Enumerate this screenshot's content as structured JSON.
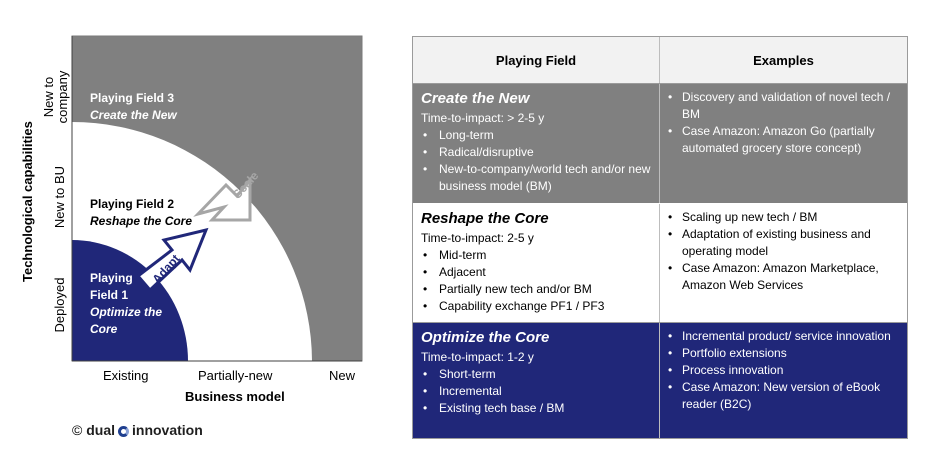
{
  "diagram": {
    "y_axis_title": "Technological capabilities",
    "y_ticks": [
      "New to company",
      "New to BU",
      "Deployed"
    ],
    "x_ticks": [
      "Existing",
      "Partially-new",
      "New"
    ],
    "x_axis_title": "Business model",
    "fields": [
      {
        "label": "Playing Field 3",
        "name": "Create the New"
      },
      {
        "label": "Playing Field 2",
        "name": "Reshape the Core"
      },
      {
        "label_line1": "Playing",
        "label_line2": "Field 1",
        "name_line1": "Optimize the",
        "name_line2": "Core"
      }
    ],
    "arrows": {
      "scale": "Scale",
      "adapt": "Adapt"
    },
    "colors": {
      "field3": "#808080",
      "field2": "#ffffff",
      "field1": "#202779",
      "arrow_border_grey": "#a6a6a6"
    }
  },
  "logo": {
    "copyright": "©",
    "word1": "dual",
    "word2": "innovation"
  },
  "table": {
    "headers": {
      "playing_field": "Playing Field",
      "examples": "Examples"
    },
    "rows": [
      {
        "title": "Create the New",
        "time_to_impact": "Time-to-impact: > 2-5 y",
        "bullets": [
          "Long-term",
          "Radical/disruptive",
          "New-to-company/world tech and/or new business model (BM)"
        ],
        "examples": [
          "Discovery and validation of novel tech / BM",
          "Case Amazon: Amazon Go (partially automated grocery store concept)"
        ]
      },
      {
        "title": "Reshape the Core",
        "time_to_impact": "Time-to-impact: 2-5 y",
        "bullets": [
          "Mid-term",
          "Adjacent",
          "Partially new  tech and/or BM",
          "Capability exchange PF1 / PF3"
        ],
        "examples": [
          "Scaling up new tech / BM",
          "Adaptation of existing business and operating model",
          "Case Amazon: Amazon Marketplace, Amazon Web Services"
        ]
      },
      {
        "title": "Optimize the Core",
        "time_to_impact": "Time-to-impact: 1-2 y",
        "bullets": [
          "Short-term",
          "Incremental",
          "Existing tech base  / BM"
        ],
        "examples": [
          "Incremental product/ service innovation",
          "Portfolio extensions",
          "Process innovation",
          "Case Amazon: New version of eBook reader (B2C)"
        ]
      }
    ]
  }
}
